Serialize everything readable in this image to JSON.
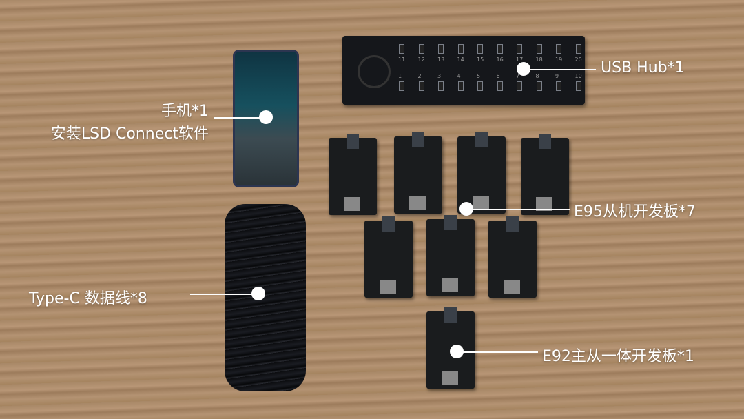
{
  "labels": {
    "usb_hub": "USB Hub*1",
    "phone_line1": "手机*1",
    "phone_line2": "安装LSD Connect软件",
    "e95": "E95从机开发板*7",
    "cable": "Type-C 数据线*8",
    "e92": "E92主从一体开发板*1"
  },
  "hub": {
    "top_ports": [
      "11",
      "12",
      "13",
      "14",
      "15",
      "16",
      "17",
      "18",
      "19",
      "20"
    ],
    "bottom_ports": [
      "1",
      "2",
      "3",
      "4",
      "5",
      "6",
      "7",
      "8",
      "9",
      "10"
    ]
  },
  "colors": {
    "label": "#ffffff",
    "wood": "#aa8a68"
  }
}
